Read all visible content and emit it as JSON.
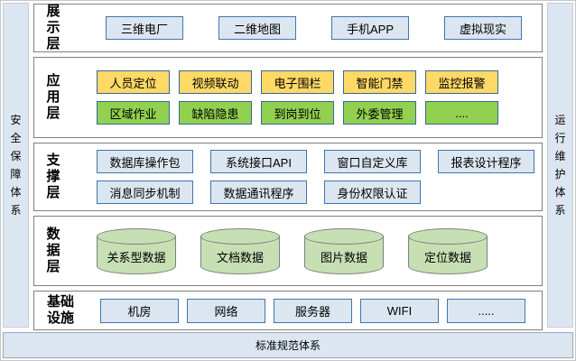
{
  "banners": {
    "left": "安全保障体系",
    "right": "运行维护体系",
    "bottom": "标准规范体系"
  },
  "layers": {
    "presentation": {
      "label": "展示层",
      "items": [
        "三维电厂",
        "二维地图",
        "手机APP",
        "虚拟现实"
      ]
    },
    "application": {
      "label": "应用层",
      "row1": [
        "人员定位",
        "视频联动",
        "电子围栏",
        "智能门禁",
        "监控报警"
      ],
      "row2": [
        "区域作业",
        "缺陷隐患",
        "到岗到位",
        "外委管理",
        "...."
      ]
    },
    "support": {
      "label": "支撑层",
      "row1": [
        "数据库操作包",
        "系统接口API",
        "窗口自定义库",
        "报表设计程序"
      ],
      "row2": [
        "消息同步机制",
        "数据通讯程序",
        "身份权限认证"
      ]
    },
    "data": {
      "label": "数据层",
      "items": [
        "关系型数据",
        "文档数据",
        "图片数据",
        "定位数据"
      ]
    },
    "infrastructure": {
      "label": "基础设施",
      "items": [
        "机房",
        "网络",
        "服务器",
        "WIFI",
        "....."
      ]
    }
  },
  "colors": {
    "banner_fill": "#dce6f1",
    "panel_border": "#7f7f7f",
    "node_blue_fill": "#dce6f1",
    "node_border_blue": "#2e75b6",
    "node_yellow_fill": "#ffd966",
    "node_green_fill": "#92d050",
    "cylinder_fill": "#c6e0b4",
    "cylinder_border": "#7f7f7f",
    "text_color": "#000000"
  }
}
